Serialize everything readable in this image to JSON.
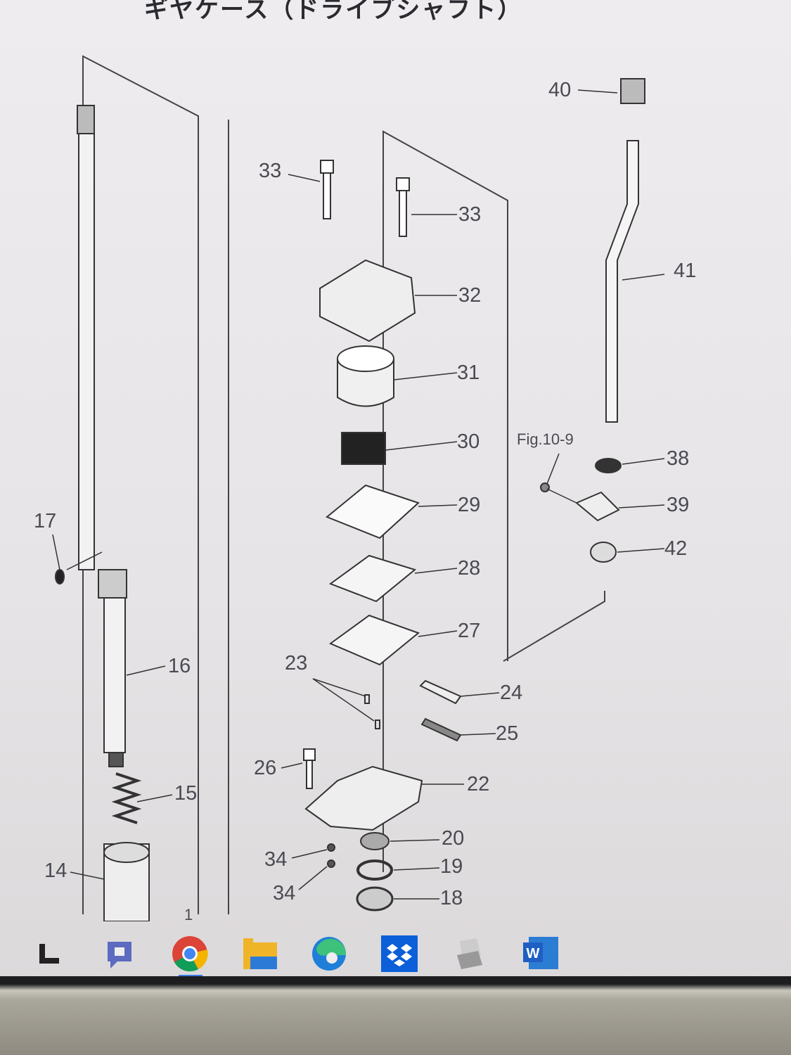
{
  "title": "ギヤケース（ドライブシャフト）",
  "figure_ref": "Fig.10-9",
  "labels": [
    "40",
    "33",
    "33",
    "41",
    "32",
    "31",
    "30",
    "38",
    "39",
    "17",
    "42",
    "29",
    "28",
    "27",
    "16",
    "23",
    "24",
    "25",
    "26",
    "22",
    "15",
    "20",
    "19",
    "14",
    "34",
    "34",
    "18",
    "1"
  ],
  "taskbar": {
    "icons": [
      "task-view-icon",
      "meet-icon",
      "chrome-icon",
      "file-explorer-icon",
      "edge-icon",
      "dropbox-icon",
      "printer-app-icon",
      "word-icon"
    ],
    "word_letter": "W",
    "colors": {
      "chrome_red": "#db4437",
      "chrome_yellow": "#f4b400",
      "chrome_green": "#0f9d58",
      "chrome_blue": "#4285f4",
      "dropbox": "#0b5fd8",
      "word": "#1f5fc4",
      "meet": "#5c6bc0",
      "explorer": "#f0b429"
    }
  }
}
